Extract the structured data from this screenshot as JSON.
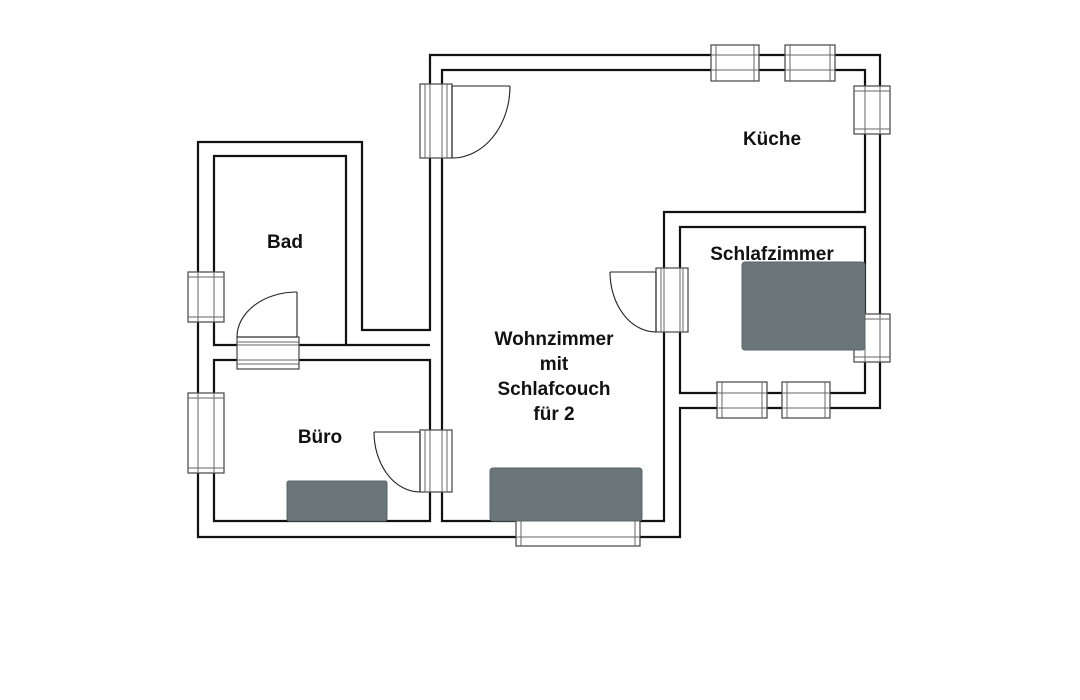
{
  "rooms": {
    "bad": {
      "label": "Bad"
    },
    "kueche": {
      "label": "Küche"
    },
    "schlafzimmer": {
      "label": "Schlafzimmer"
    },
    "buero": {
      "label": "Büro"
    },
    "wohnzimmer": {
      "label_lines": [
        "Wohnzimmer",
        "mit",
        "Schlafcouch",
        "für 2"
      ]
    }
  },
  "colors": {
    "wall": "#111111",
    "furniture": "#6b767b",
    "background": "#ffffff"
  }
}
